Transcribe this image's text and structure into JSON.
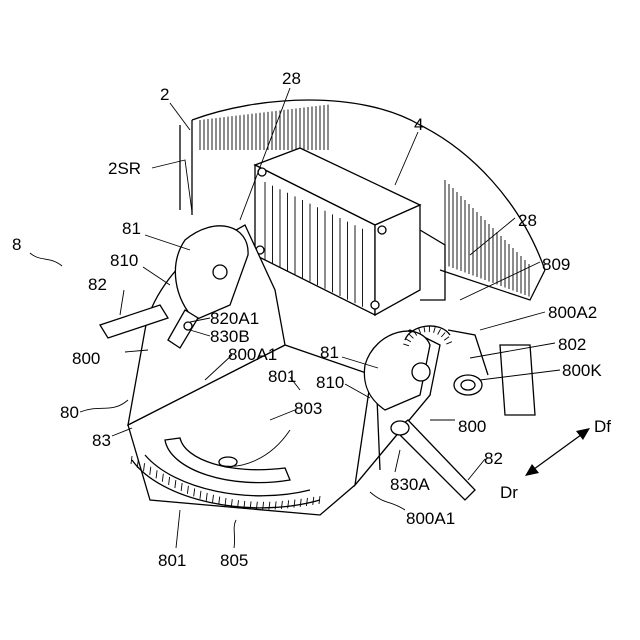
{
  "labels": {
    "l2": "2",
    "l28a": "28",
    "l4": "4",
    "l2SR": "2SR",
    "l8": "8",
    "l81a": "81",
    "l810a": "810",
    "l82a": "82",
    "l820A1": "820A1",
    "l830B": "830B",
    "l800a": "800",
    "l800A1a": "800A1",
    "l801a": "801",
    "l803": "803",
    "l80": "80",
    "l83": "83",
    "l801b": "801",
    "l805": "805",
    "l28b": "28",
    "l809": "809",
    "l800A2": "800A2",
    "l802": "802",
    "l800K": "800K",
    "l81b": "81",
    "l810b": "810",
    "l800b": "800",
    "l830A": "830A",
    "l82b": "82",
    "l800A1b": "800A1",
    "lDf": "Df",
    "lDr": "Dr"
  }
}
